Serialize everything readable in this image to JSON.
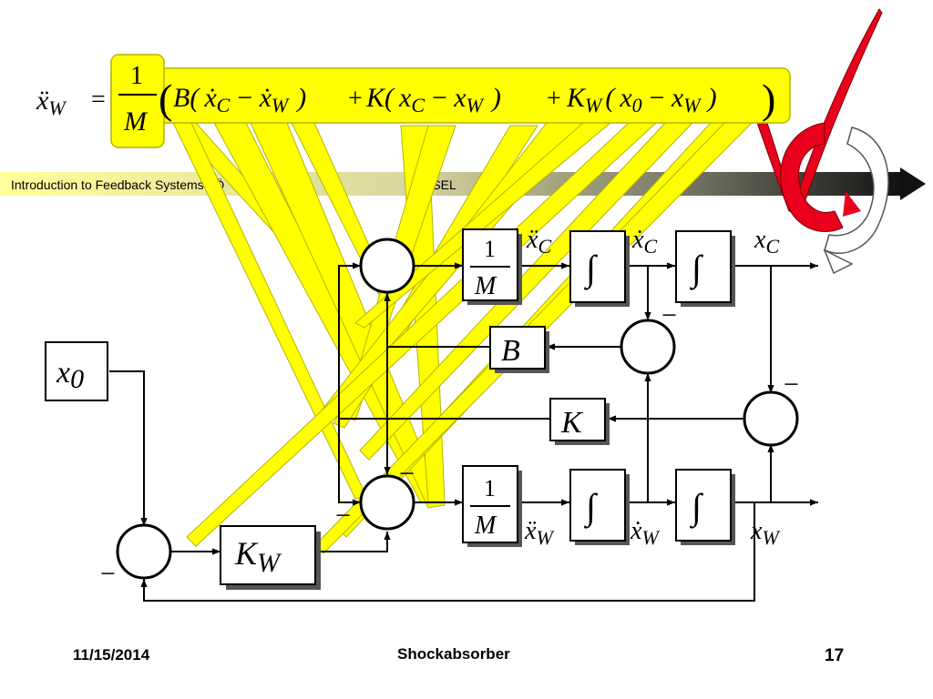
{
  "equation": {
    "lhs": "ẍ",
    "lhs_sub": "W",
    "equals": "=",
    "frac_num": "1",
    "frac_den": "M",
    "open_paren": "(",
    "t1_coef": "B(",
    "t1_x1": "ẋ",
    "t1_sub1": "C",
    "t1_minus": "−",
    "t1_x2": "ẋ",
    "t1_sub2": "W",
    "t1_close": ")",
    "plus1": "+",
    "t2_coef": "K(",
    "t2_x1": "x",
    "t2_sub1": "C",
    "t2_minus": "−",
    "t2_x2": "x",
    "t2_sub2": "W",
    "t2_close": ")",
    "plus2": "+",
    "t3_coef": "K",
    "t3_coef_sub": "W",
    "t3_open": "(",
    "t3_x1": "x",
    "t3_sub1": "0",
    "t3_minus": "−",
    "t3_x2": "x",
    "t3_sub2": "W",
    "t3_close": ")",
    "close_paren": ")"
  },
  "banner": {
    "text": "Introduction to Feedback Systems / Ö",
    "text_tail": "KSEL"
  },
  "blocks": {
    "inv_mass_num": "1",
    "inv_mass_den": "M",
    "integrator": "∫",
    "damping": "B",
    "stiffness": "K",
    "input": "x",
    "input_sub": "0",
    "wheel_stiffness": "K",
    "wheel_stiffness_sub": "W"
  },
  "signals": {
    "acc_c": "ẍ",
    "vel_c": "ẋ",
    "pos_c": "x",
    "sub_c": "C",
    "acc_w": "ẍ",
    "vel_w": "ẋ",
    "pos_w": "x",
    "sub_w": "W",
    "minus": "−"
  },
  "footer": {
    "date": "11/15/2014",
    "title": "Shockabsorber",
    "page": "17"
  },
  "colors": {
    "highlight": "#ffff00",
    "highlight_stroke": "#b4b400",
    "logo_red": "#e8001c",
    "block_shadow": "#555555"
  }
}
